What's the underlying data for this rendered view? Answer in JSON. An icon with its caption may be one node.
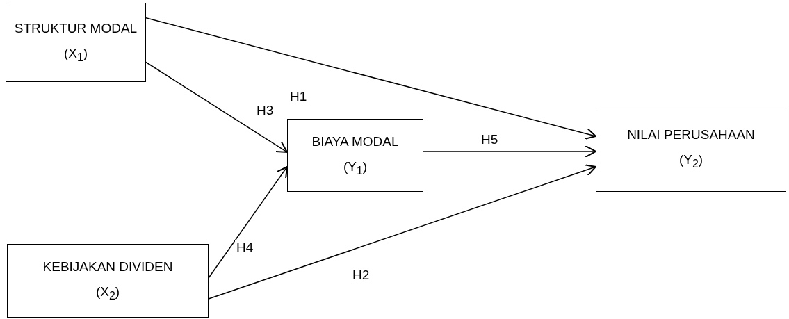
{
  "diagram": {
    "nodes": [
      {
        "text": [
          "STRUKTUR MODAL",
          "(X$_{1}$)"
        ]
      },
      {
        "text": [
          "BIAYA MODAL",
          "(Y$_{1}$)"
        ]
      },
      {
        "text": [
          "NILAI PERUSAHAAN",
          "(Y$_{2}$)"
        ]
      },
      {
        "text": [
          "KEBIJAKAN DIVIDEN",
          "(X$_{2}$)"
        ]
      }
    ],
    "edges": [
      {
        "from": 0,
        "to": 2,
        "arrow": "to",
        "label": "H1"
      },
      {
        "from": 0,
        "to": 1,
        "arrow": "to",
        "label": "H3"
      },
      {
        "from": 1,
        "to": 2,
        "arrow": "to",
        "label": "H5"
      },
      {
        "from": 3,
        "to": 1,
        "arrow": "to",
        "label": "H4"
      },
      {
        "from": 3,
        "to": 2,
        "arrow": "to",
        "label": "H2"
      }
    ]
  }
}
